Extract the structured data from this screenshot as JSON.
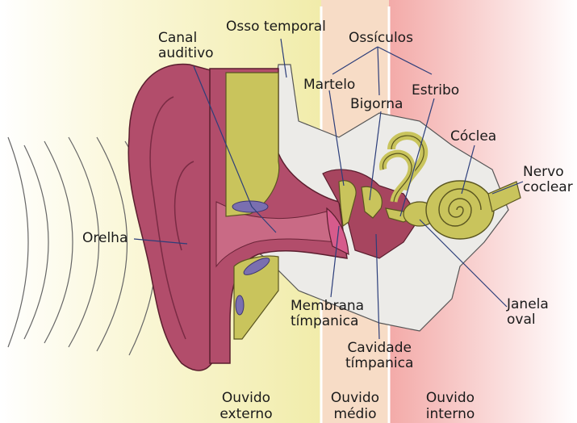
{
  "zones": {
    "outer": [
      "Ouvido",
      "externo"
    ],
    "middle": [
      "Ouvido",
      "médio"
    ],
    "inner": [
      "Ouvido",
      "interno"
    ]
  },
  "labels": {
    "canal_auditivo": [
      "Canal",
      "auditivo"
    ],
    "osso_temporal": "Osso temporal",
    "ossiculos": "Ossículos",
    "martelo": "Martelo",
    "bigorna": "Bigorna",
    "estribo": "Estribo",
    "coclea": "Cóclea",
    "nervo_coclear": [
      "Nervo",
      "coclear"
    ],
    "orelha": "Orelha",
    "membrana_timpanica": [
      "Membrana",
      "tímpanica"
    ],
    "cavidade_timpanica": [
      "Cavidade",
      "tímpanica"
    ],
    "janela_oval": [
      "Janela",
      "oval"
    ]
  },
  "colors": {
    "outer_zone": "#f3efb2",
    "middle_zone": "#f7d9c2",
    "inner_zone": "#f5b9b6",
    "skin": "#b24d6b",
    "skin_light": "#c96a85",
    "bone": "#c9c45c",
    "cartilage_gray": "#e9e7e4",
    "leader_line": "#2c3e7a"
  }
}
